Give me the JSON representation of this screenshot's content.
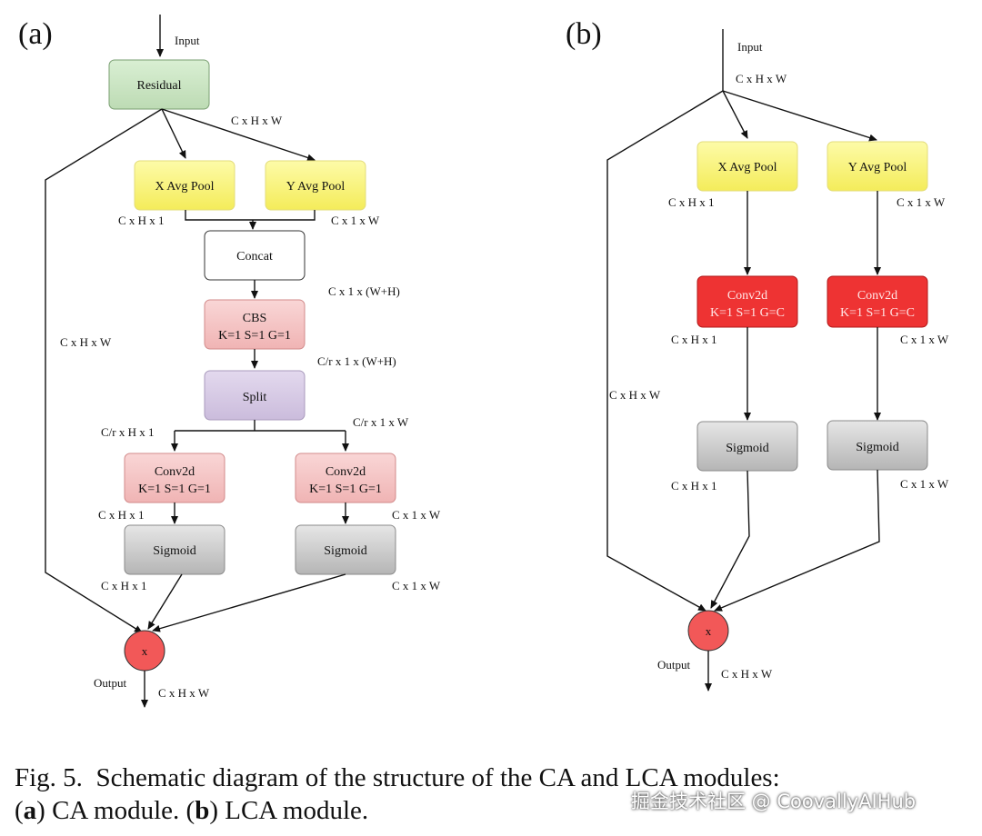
{
  "panels": {
    "a": "(a)",
    "b": "(b)"
  },
  "diagram_a": {
    "input": "Input",
    "residual": "Residual",
    "dim_chw_top": "C x H x W",
    "x_avg_pool": "X Avg Pool",
    "y_avg_pool": "Y Avg Pool",
    "dim_ch1": "C x H x 1",
    "dim_c1w": "C x 1 x W",
    "concat": "Concat",
    "dim_concat": "C x 1 x (W+H)",
    "cbs_title": "CBS",
    "cbs_params": "K=1 S=1 G=1",
    "dim_cbs": "C/r x 1 x (W+H)",
    "skip_dim": "C x H x W",
    "split": "Split",
    "dim_split_left": "C/r x H x 1",
    "dim_split_right": "C/r x 1 x W",
    "conv_title": "Conv2d",
    "conv_params": "K=1 S=1 G=1",
    "dim_conv_left": "C x H x 1",
    "dim_conv_right": "C x 1 x W",
    "sigmoid": "Sigmoid",
    "dim_sig_left": "C x H x 1",
    "dim_sig_right": "C x 1 x W",
    "multiply": "x",
    "output": "Output",
    "dim_output": "C x H x W"
  },
  "diagram_b": {
    "input": "Input",
    "dim_input": "C x H x W",
    "x_avg_pool": "X Avg Pool",
    "y_avg_pool": "Y Avg Pool",
    "dim_ch1": "C x H x 1",
    "dim_c1w": "C x 1 x W",
    "conv_title": "Conv2d",
    "conv_params": "K=1 S=1 G=C",
    "dim_conv_left": "C x H x 1",
    "dim_conv_right": "C x 1 x W",
    "skip_dim": "C x H x W",
    "sigmoid": "Sigmoid",
    "dim_sig_left": "C x H x 1",
    "dim_sig_right": "C x 1 x W",
    "multiply": "x",
    "output": "Output",
    "dim_output": "C x H x W"
  },
  "caption": {
    "fig": "Fig. 5.",
    "text1": "Schematic diagram of the structure of the CA and LCA modules:",
    "a_bold": "a",
    "a_text": "CA module.",
    "b_bold": "b",
    "b_text": "LCA module."
  },
  "watermark": "掘金技术社区 @ CoovallyAIHub",
  "colors": {
    "residual": "#cfe8c8",
    "pool": "#fbf58a",
    "cbs": "#f6c8c8",
    "split": "#d8cbe6",
    "sigmoid": "#c9c9c9",
    "conv_red": "#ee3333",
    "multiply": "#f25858"
  }
}
